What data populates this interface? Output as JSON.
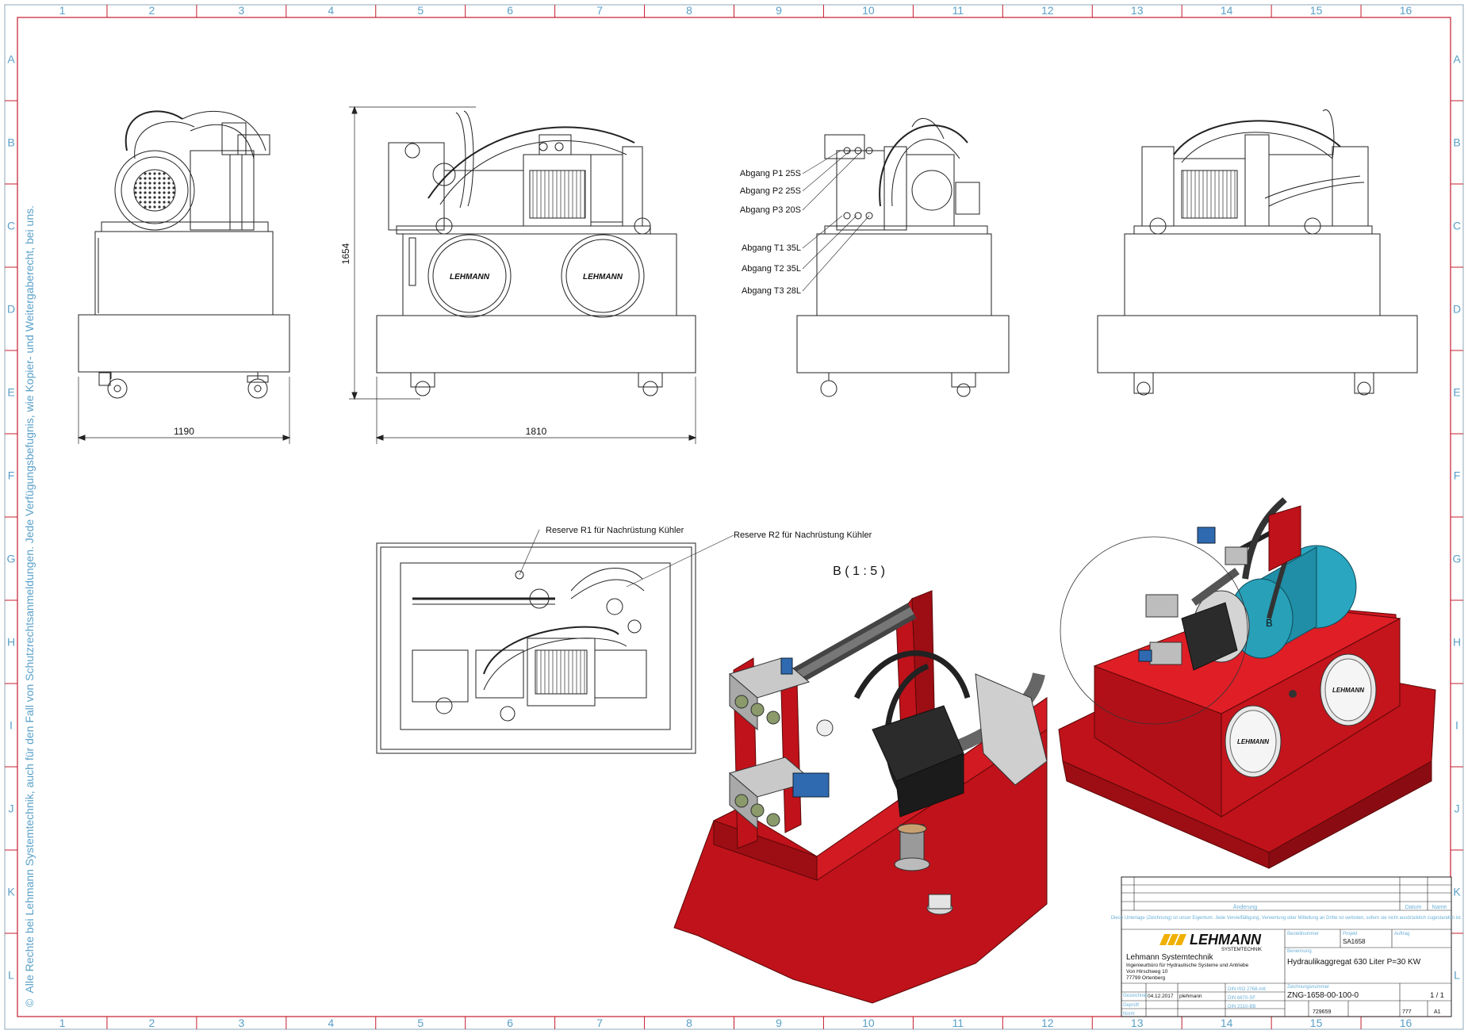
{
  "drawing": {
    "grid_columns": [
      "1",
      "2",
      "3",
      "4",
      "5",
      "6",
      "7",
      "8",
      "9",
      "10",
      "11",
      "12",
      "13",
      "14",
      "15",
      "16"
    ],
    "grid_rows": [
      "A",
      "B",
      "C",
      "D",
      "E",
      "F",
      "G",
      "H",
      "I",
      "J",
      "K",
      "L"
    ],
    "copyright_notice": "Alle Rechte bei Lehmann Systemtechnik, auch für den Fall von Schutzrechtsanmeldungen. Jede Verfügungsbefugnis, wie Kopier- und Weitergaberecht, bei uns.",
    "copyright_symbol": "©",
    "dimensions": {
      "width_side": "1190",
      "length_front": "1810",
      "height": "1654"
    },
    "port_labels": [
      "Abgang P1 25S",
      "Abgang P2 25S",
      "Abgang P3 20S",
      "Abgang T1 35L",
      "Abgang T2 35L",
      "Abgang T3 28L"
    ],
    "reserve_labels": [
      "Reserve R1 für Nachrüstung Kühler",
      "Reserve R2 für Nachrüstung Kühler"
    ],
    "detail_title": "B ( 1 : 5 )",
    "detail_marker": "B",
    "tank_logo": "LEHMANN",
    "colors": {
      "frame_label": "#5aa0c8",
      "unit_red": "#c0121a",
      "motor_teal": "#2aa6c0",
      "line": "#222222"
    }
  },
  "title_block": {
    "header_label": "Änderung",
    "header_date": "Datum",
    "header_name": "Name",
    "notice_text": "Diese Unterlage (Zeichnung) ist unser Eigentum. Jede Vervielfältigung, Verwertung oder Mitteilung an Dritte ist verboten, sofern sie nicht ausdrücklich zugestanden ist.",
    "company_logo": "LEHMANN",
    "company_logo_sub": "SYSTEMTECHNIK",
    "company_name": "Lehmann Systemtechnik",
    "company_desc": "Ingenieurbüro für Hydraulische Systeme und Antriebe",
    "company_street": "Von Hirschweg 10",
    "company_city": "77799 Ortenberg",
    "project_label": "Bestellnummer",
    "project_no_label": "Projekt",
    "project_no": "SA1658",
    "projekt_label": "Auftrag",
    "title_label": "Benennung",
    "title": "Hydraulikaggregat 630 Liter P=30 KW",
    "drawn_label": "Gezeichnet",
    "drawn_date": "04.12.2017",
    "drawn_name": "plehmann",
    "checked_label": "Geprüft",
    "norm_label": "Norm",
    "standards": [
      "DIN ISO 2768-mK",
      "DIN 6670-SF",
      "DIN 2310-BB"
    ],
    "drawing_number_label": "Zeichnungsnummer",
    "drawing_number": "ZNG-1658-00-100-0",
    "sheet": "1 / 1",
    "article_no": "729659",
    "size_code": "777",
    "format": "A1"
  }
}
